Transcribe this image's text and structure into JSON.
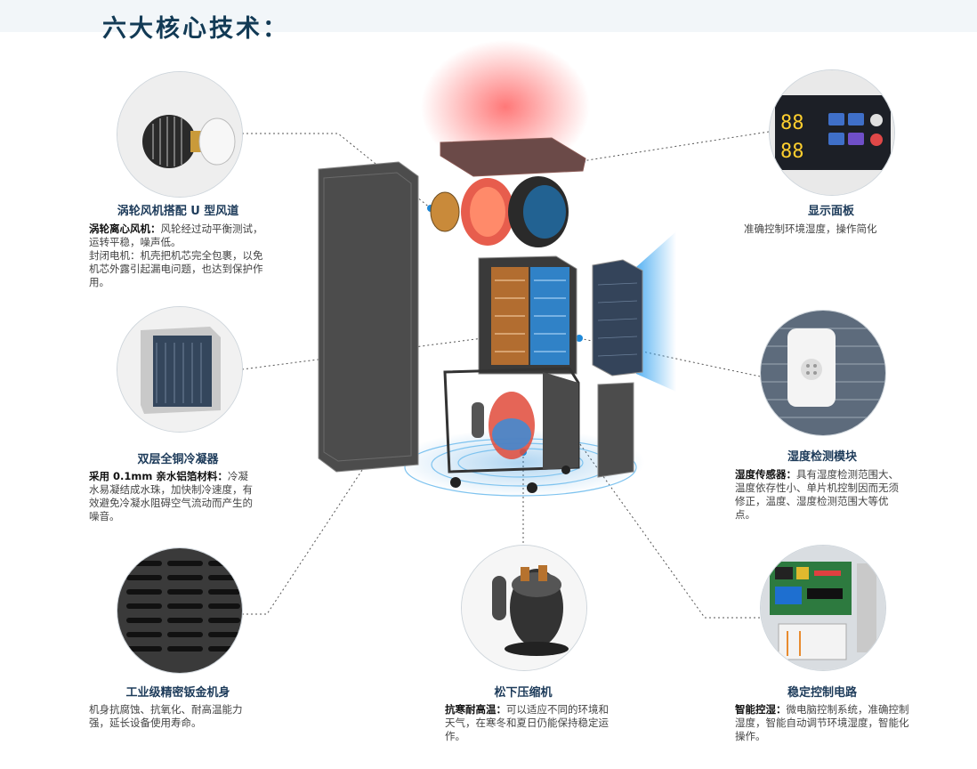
{
  "page_title": "六大核心技术：",
  "features": [
    {
      "id": "turbo-fan",
      "icon": "turbo-fan-icon",
      "title": "涡轮风机搭配 U 型风道",
      "desc_parts": [
        {
          "label": "涡轮离心风机：",
          "text": "风轮经过动平衡测试，运转平稳，噪声低。"
        },
        {
          "label": "",
          "text": "封闭电机：机壳把机芯完全包裹，以免机芯外露引起漏电问题，也达到保护作用。"
        }
      ]
    },
    {
      "id": "condenser",
      "icon": "condenser-coil-icon",
      "title": "双层全铜冷凝器",
      "desc_parts": [
        {
          "label": "采用 0.1mm 亲水铝箔材料：",
          "text": "冷凝水易凝结成水珠，加快制冷速度，有效避免冷凝水阻碍空气流动而产生的噪音。"
        }
      ]
    },
    {
      "id": "sheet-metal",
      "icon": "metal-grille-icon",
      "title": "工业级精密钣金机身",
      "desc_parts": [
        {
          "label": "",
          "text": "机身抗腐蚀、抗氧化、耐高温能力强，延长设备使用寿命。"
        }
      ]
    },
    {
      "id": "compressor",
      "icon": "compressor-icon",
      "title": "松下压缩机",
      "desc_parts": [
        {
          "label": "抗寒耐高温：",
          "text": "可以适应不同的环境和天气，在寒冬和夏日仍能保持稳定运作。"
        }
      ]
    },
    {
      "id": "display",
      "icon": "display-panel-icon",
      "title": "显示面板",
      "desc_parts": [
        {
          "label": "",
          "text": "准确控制环境湿度，操作简化"
        }
      ]
    },
    {
      "id": "humidity-sensor",
      "icon": "humidity-sensor-icon",
      "title": "湿度检测模块",
      "desc_parts": [
        {
          "label": "湿度传感器：",
          "text": "具有湿度检测范围大、温度依存性小、单片机控制因而无须修正，温度、湿度检测范围大等优点。"
        }
      ]
    },
    {
      "id": "control-circuit",
      "icon": "circuit-board-icon",
      "title": "稳定控制电路",
      "desc_parts": [
        {
          "label": "智能控湿：",
          "text": "微电脑控制系统，准确控制湿度，智能自动调节环境湿度，智能化操作。"
        }
      ]
    }
  ],
  "display_readout": {
    "top": "88",
    "bottom": "88"
  },
  "colors": {
    "title": "#123a55",
    "feature_title": "#1d3b5a",
    "accent_blue": "#1e88d8",
    "heat_red": "#e8503a",
    "panel_dark": "#4a4a4a"
  }
}
